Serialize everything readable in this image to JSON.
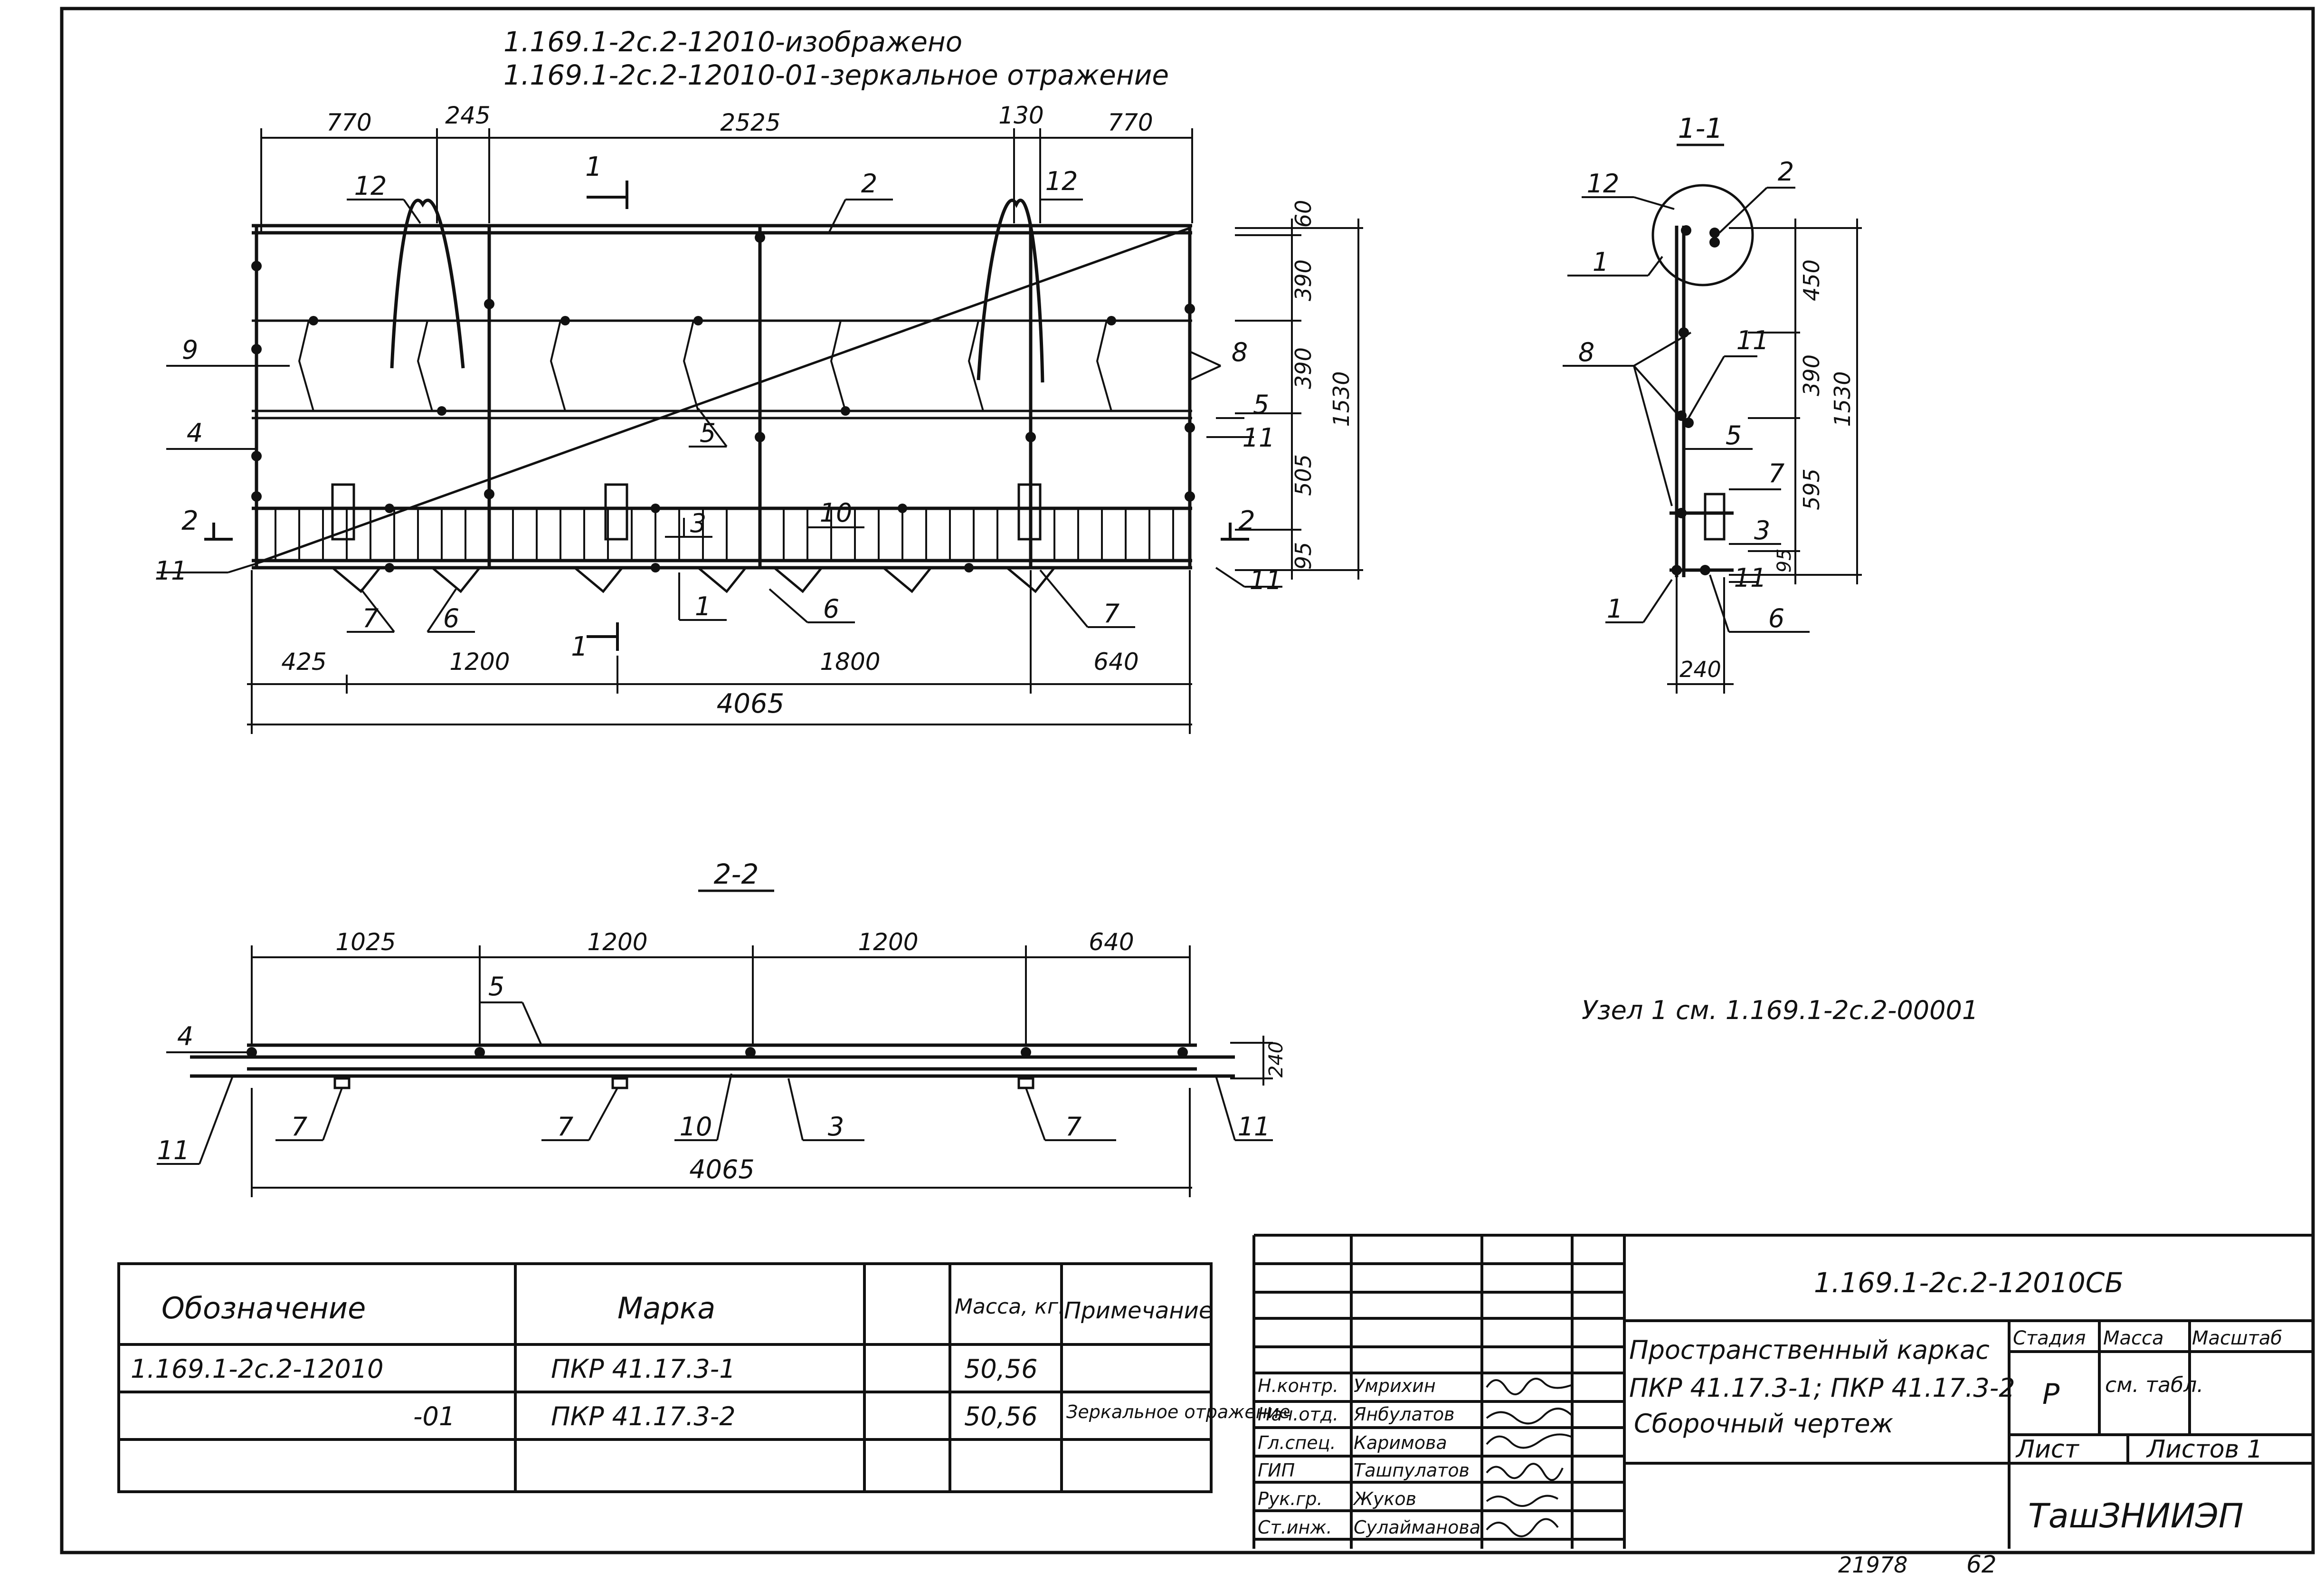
{
  "header": {
    "line1": "1.169.1-2с.2-12010-изображено",
    "line2": "1.169.1-2с.2-12010-01-зеркальное отражение"
  },
  "elevation": {
    "top_dims": [
      "770",
      "245",
      "2525",
      "130",
      "770"
    ],
    "bottom_dims": [
      "425",
      "1200",
      "1800",
      "640"
    ],
    "overall_length": "4065",
    "right_dims": [
      "60",
      "390",
      "390",
      "505",
      "95"
    ],
    "height_overall": "1530",
    "section_mark_1": "1",
    "section_mark_2": "2",
    "callouts": [
      "12",
      "2",
      "12",
      "9",
      "4",
      "5",
      "3",
      "10",
      "1",
      "6",
      "7",
      "6",
      "7",
      "8",
      "5",
      "11",
      "11"
    ]
  },
  "section_11": {
    "title": "1-1",
    "right_dims": [
      "450",
      "390",
      "595",
      "95"
    ],
    "height_overall": "1530",
    "width": "240",
    "callouts": [
      "12",
      "2",
      "1",
      "8",
      "11",
      "5",
      "7",
      "3",
      "11",
      "1",
      "6"
    ]
  },
  "section_22": {
    "title": "2-2",
    "top_dims": [
      "1025",
      "1200",
      "1200",
      "640"
    ],
    "overall_length": "4065",
    "height": "240",
    "callouts": [
      "4",
      "5",
      "11",
      "7",
      "7",
      "10",
      "3",
      "7",
      "11"
    ]
  },
  "note": "Узел 1 см. 1.169.1-2с.2-00001",
  "spec_table": {
    "headers": [
      "Обозначение",
      "Марка",
      "",
      "Масса, кг.",
      "Примечание"
    ],
    "rows": [
      [
        "1.169.1-2с.2-12010",
        "ПКР 41.17.3-1",
        "",
        "50,56",
        ""
      ],
      [
        "-01",
        "ПКР 41.17.3-2",
        "",
        "50,56",
        "Зеркальное отражение"
      ]
    ]
  },
  "title_block": {
    "code": "1.169.1-2с.2-12010СБ",
    "name_lines": [
      "Пространственный каркас",
      "ПКР 41.17.3-1; ПКР 41.17.3-2",
      "Сборочный чертеж"
    ],
    "stage_label": "Стадия",
    "stage_value": "Р",
    "mass_label": "Масса",
    "mass_value": "см. табл.",
    "scale_label": "Масштаб",
    "sheet_label": "Лист",
    "sheets_label": "Листов 1",
    "org": "ТашЗНИИЭП",
    "signers": [
      {
        "role": "Н.контр.",
        "name": "Умрихин"
      },
      {
        "role": "Нач.отд.",
        "name": "Янбулатов"
      },
      {
        "role": "Гл.спец.",
        "name": "Каримова"
      },
      {
        "role": "ГИП",
        "name": "Ташпулатов"
      },
      {
        "role": "Рук.гр.",
        "name": "Жуков"
      },
      {
        "role": "Ст.инж.",
        "name": "Сулайманова"
      }
    ]
  },
  "footer": {
    "number": "21978",
    "page": "62"
  }
}
